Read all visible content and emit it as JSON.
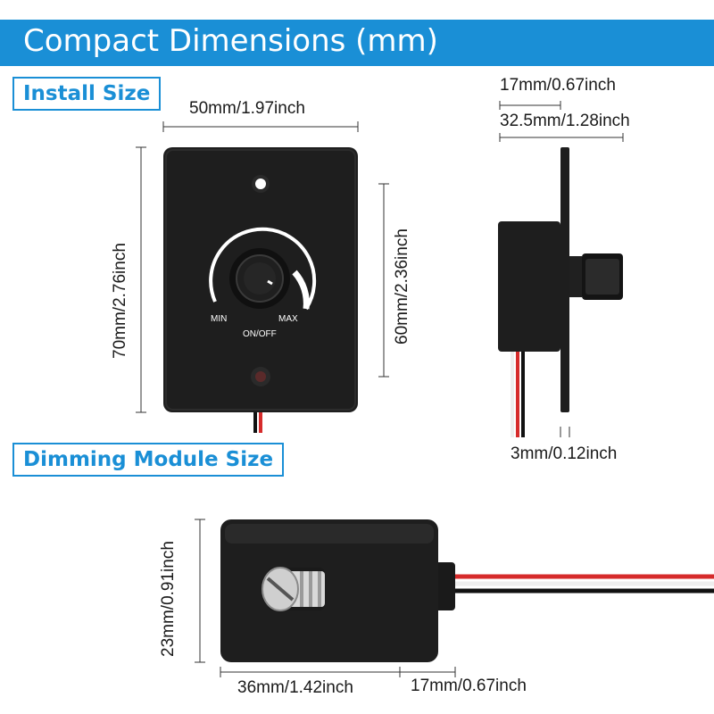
{
  "header": {
    "title": "Compact Dimensions (mm)"
  },
  "sections": {
    "install": "Install Size",
    "module": "Dimming Module Size"
  },
  "panel": {
    "knob_min": "MIN",
    "knob_max": "MAX",
    "knob_onoff": "ON/OFF"
  },
  "dimensions": {
    "panel_width": "50mm/1.97inch",
    "panel_height": "70mm/2.76inch",
    "hole_spacing": "60mm/2.36inch",
    "side_depth_a": "17mm/0.67inch",
    "side_depth_b": "32.5mm/1.28inch",
    "plate_thickness": "3mm/0.12inch",
    "module_height": "23mm/0.91inch",
    "module_width": "36mm/1.42inch",
    "module_depth": "17mm/0.67inch"
  },
  "colors": {
    "accent": "#1a8fd6",
    "device": "#1e1e1e",
    "wire_red": "#d62b2b",
    "wire_white": "#eeeeee"
  }
}
